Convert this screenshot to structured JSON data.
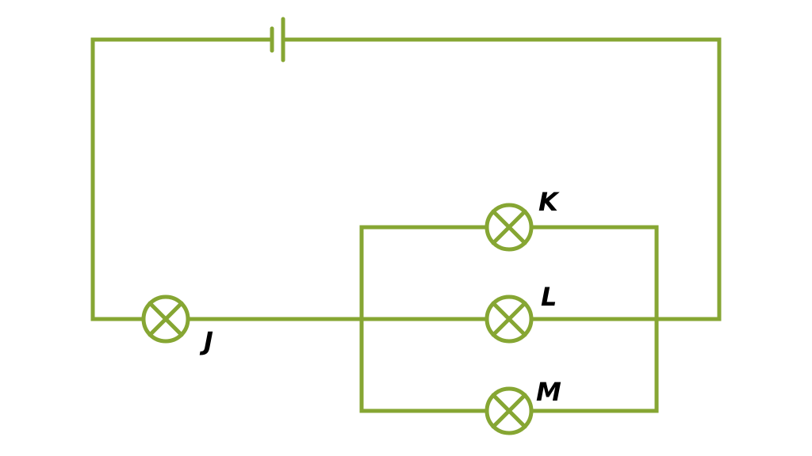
{
  "colors": {
    "wire": "#86a633",
    "label": "#000000",
    "background": "#ffffff"
  },
  "battery": {
    "icon": "battery-cell-symbol"
  },
  "bulbs": {
    "J": {
      "label": "J",
      "icon": "lamp-symbol"
    },
    "K": {
      "label": "K",
      "icon": "lamp-symbol"
    },
    "L": {
      "label": "L",
      "icon": "lamp-symbol"
    },
    "M": {
      "label": "M",
      "icon": "lamp-symbol"
    }
  }
}
